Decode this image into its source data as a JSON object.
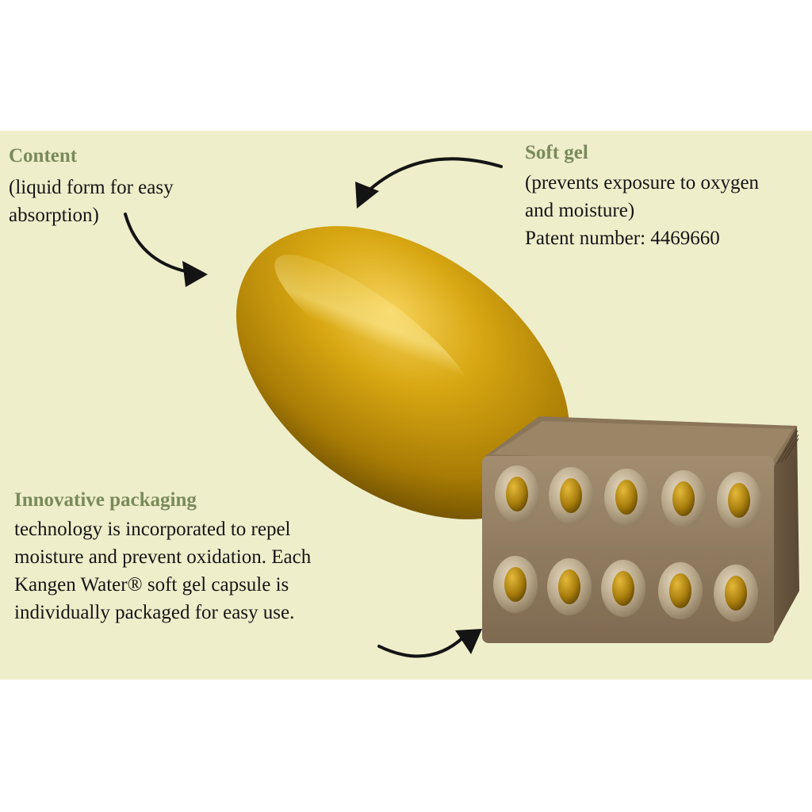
{
  "content": {
    "heading": "Content",
    "lines": [
      "(liquid form for easy",
      "absorption)"
    ]
  },
  "soft_gel": {
    "heading": "Soft gel",
    "lines": [
      "(prevents exposure to oxygen",
      "and moisture)",
      "Patent number: 4469660"
    ]
  },
  "packaging": {
    "heading": "Innovative packaging",
    "lines": [
      "technology is incorporated to repel",
      "moisture and prevent oxidation. Each",
      "Kangen Water® soft gel capsule is",
      "individually packaged for easy use."
    ]
  },
  "colors": {
    "background": "#eeeecb",
    "heading": "#7a8a5a",
    "capsule_gold": "#c49a0a",
    "pack_bronze": "#8f7a5e"
  }
}
